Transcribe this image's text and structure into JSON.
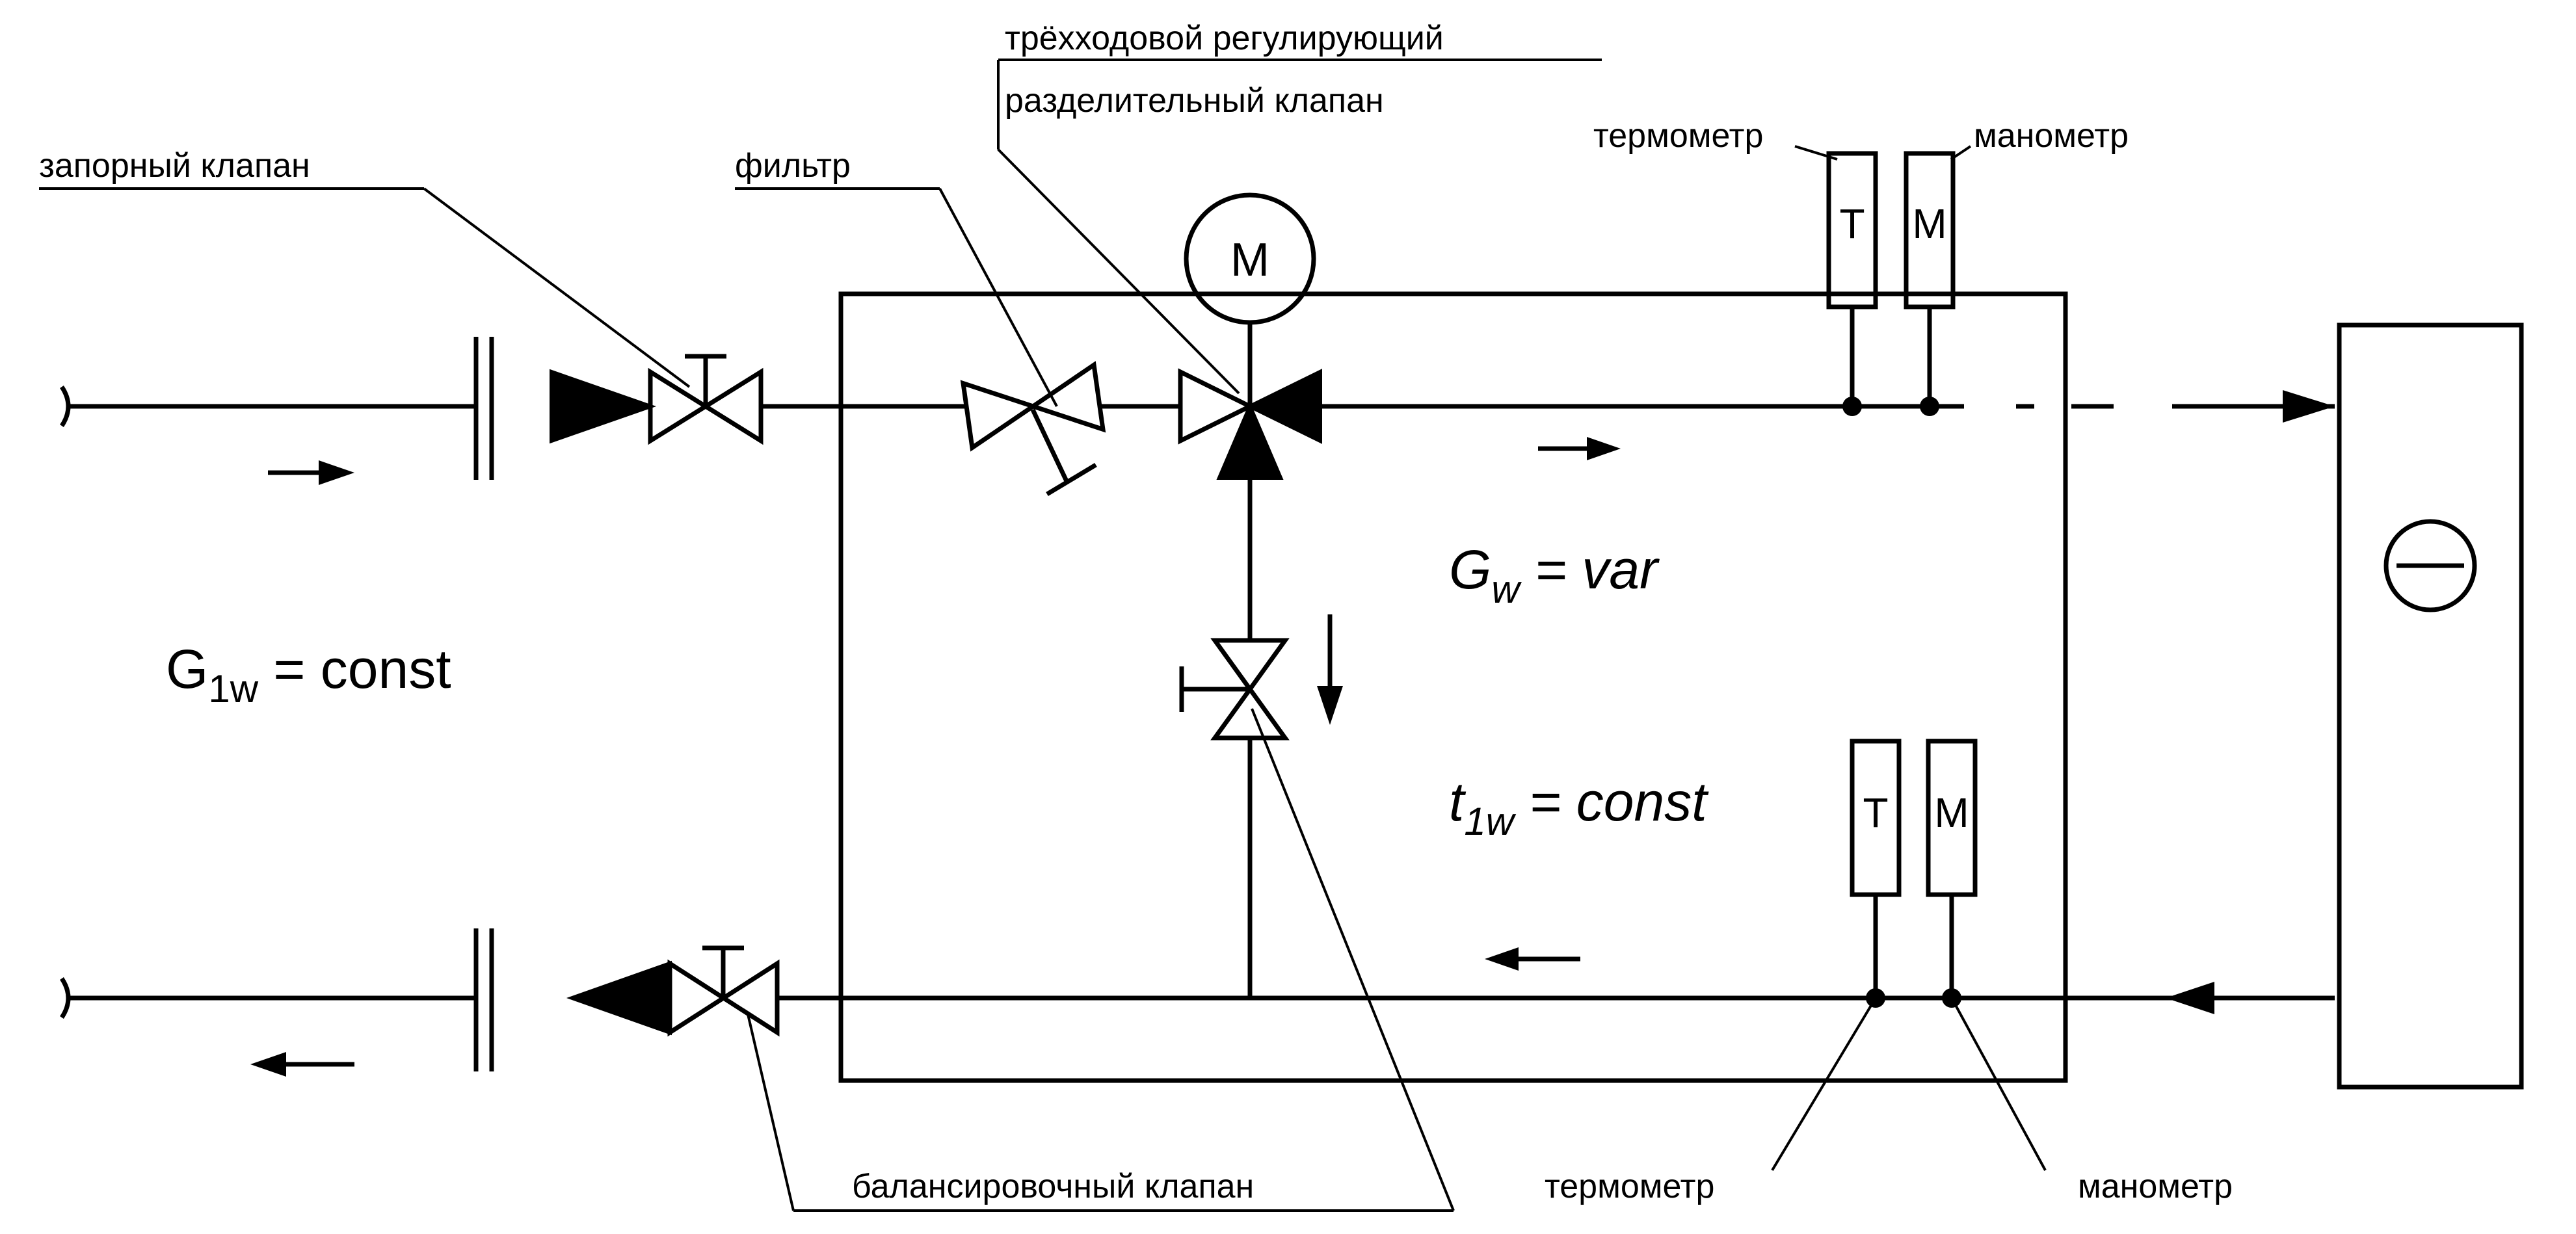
{
  "labels": {
    "shutoff_valve": "запорный клапан",
    "filter": "фильтр",
    "three_way_valve_line1": "трёхходовой регулирующий",
    "three_way_valve_line2": "разделительный клапан",
    "thermometer_top": "термометр",
    "manometer_top": "манометр",
    "balancing_valve": "балансировочный клапан",
    "thermometer_bottom": "термометр",
    "manometer_bottom": "манометр"
  },
  "formulas": {
    "g1w_main": "G",
    "g1w_sub": "1w",
    "g1w_rest": " = const",
    "gw_main": "G",
    "gw_sub": "w",
    "gw_rest": " = var",
    "t1w_main": "t",
    "t1w_sub": "1w",
    "t1w_rest": " = const"
  },
  "symbols": {
    "motor": "M",
    "thermometer": "T",
    "manometer": "M"
  }
}
